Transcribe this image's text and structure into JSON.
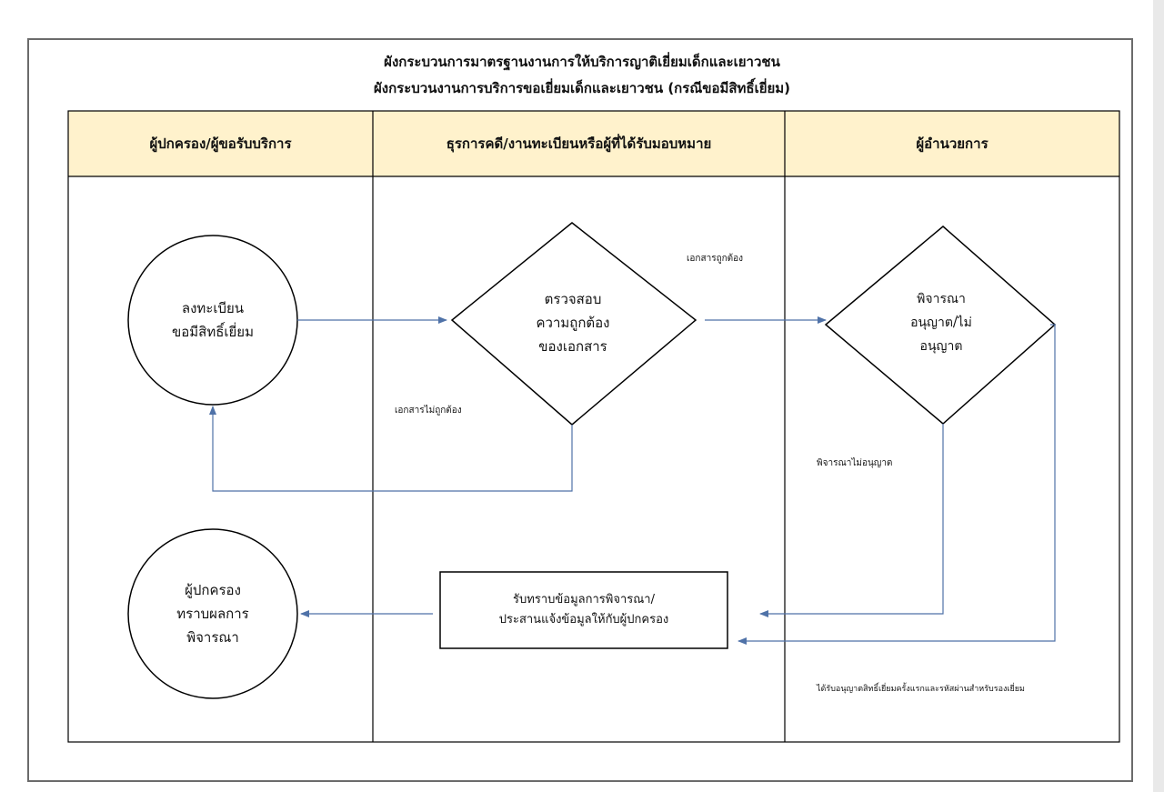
{
  "title": {
    "line1": "ผังกระบวนการมาตรฐานงานการให้บริการญาติเยี่ยมเด็กและเยาวชน",
    "line2": "ผังกระบวนงานการบริการขอเยี่ยมเด็กและเยาวชน (กรณีขอมีสิทธิ์เยี่ยม)"
  },
  "lanes": [
    {
      "label": "ผู้ปกครอง/ผู้ขอรับบริการ"
    },
    {
      "label": "ธุรการคดี/งานทะเบียนหรือผู้ที่ได้รับมอบหมาย"
    },
    {
      "label": "ผู้อำนวยการ"
    }
  ],
  "nodes": {
    "register": "ลงทะเบียน\nขอมีสิทธิ์เยี่ยม",
    "check_docs": "ตรวจสอบ\nความถูกต้อง\nของเอกสาร",
    "consider": "พิจารณา\nอนุญาต/ไม่\nอนุญาต",
    "notify": "รับทราบข้อมูลการพิจารณา/\nประสานแจ้งข้อมูลให้กับผู้ปกครอง",
    "result": "ผู้ปกครอง\nทราบผลการ\nพิจารณา"
  },
  "edge_labels": {
    "docs_correct": "เอกสารถูกต้อง",
    "docs_incorrect": "เอกสารไม่ถูกต้อง",
    "not_approved": "พิจารณาไม่อนุญาต",
    "approved": "ได้รับอนุญาตสิทธิ์เยี่ยมครั้งแรกและรหัสผ่านสำหรับรองเยี่ยม"
  },
  "colors": {
    "header_fill": "#fff2cc",
    "arrow": "#4f72a8",
    "line": "#000000"
  }
}
